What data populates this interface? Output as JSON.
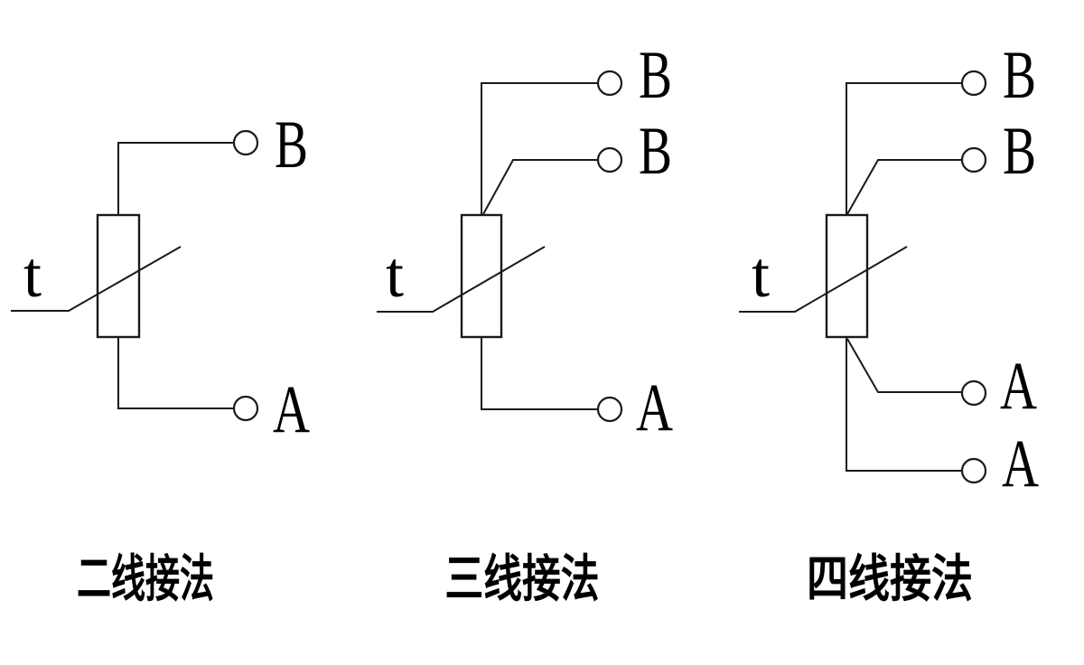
{
  "figure": {
    "background_color": "#ffffff",
    "line_color": "#1a1a1a",
    "text_color": "#000000",
    "diagrams": [
      {
        "name": "two-wire-connection",
        "caption": "二线接法",
        "sensor_label": "t",
        "terminals": [
          {
            "label": "B",
            "position": "top"
          },
          {
            "label": "A",
            "position": "bottom"
          }
        ]
      },
      {
        "name": "three-wire-connection",
        "caption": "三线接法",
        "sensor_label": "t",
        "terminals": [
          {
            "label": "B",
            "position": "top-1"
          },
          {
            "label": "B",
            "position": "top-2"
          },
          {
            "label": "A",
            "position": "bottom"
          }
        ]
      },
      {
        "name": "four-wire-connection",
        "caption": "四线接法",
        "sensor_label": "t",
        "terminals": [
          {
            "label": "B",
            "position": "top-1"
          },
          {
            "label": "B",
            "position": "top-2"
          },
          {
            "label": "A",
            "position": "bottom-1"
          },
          {
            "label": "A",
            "position": "bottom-2"
          }
        ]
      }
    ]
  }
}
